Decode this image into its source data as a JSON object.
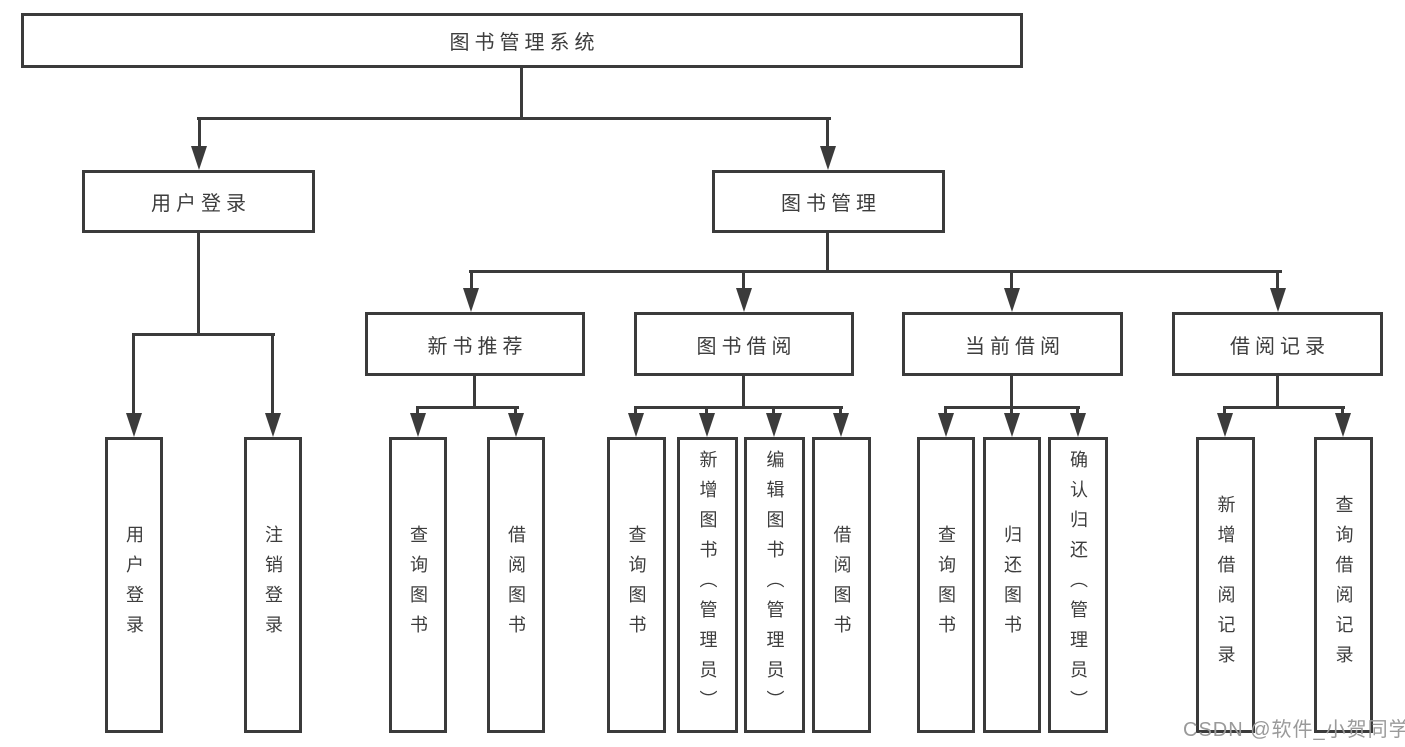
{
  "ink_color": "#3b3b3b",
  "text_color": "#3d3d3d",
  "watermark_color": "#9a9a9a",
  "tree": {
    "label": "图书管理系统",
    "children": [
      {
        "label": "用户登录",
        "children": [
          {
            "label": "用户登录"
          },
          {
            "label": "注销登录"
          }
        ]
      },
      {
        "label": "图书管理",
        "children": [
          {
            "label": "新书推荐",
            "children": [
              {
                "label": "查询图书"
              },
              {
                "label": "借阅图书"
              }
            ]
          },
          {
            "label": "图书借阅",
            "children": [
              {
                "label": "查询图书"
              },
              {
                "label": "新增图书（管理员）"
              },
              {
                "label": "编辑图书（管理员）"
              },
              {
                "label": "借阅图书"
              }
            ]
          },
          {
            "label": "当前借阅",
            "children": [
              {
                "label": "查询图书"
              },
              {
                "label": "归还图书"
              },
              {
                "label": "确认归还（管理员）"
              }
            ]
          },
          {
            "label": "借阅记录",
            "children": [
              {
                "label": "新增借阅记录"
              },
              {
                "label": "查询借阅记录"
              }
            ]
          }
        ]
      }
    ]
  },
  "watermark": "CSDN @软件_小贺同学"
}
